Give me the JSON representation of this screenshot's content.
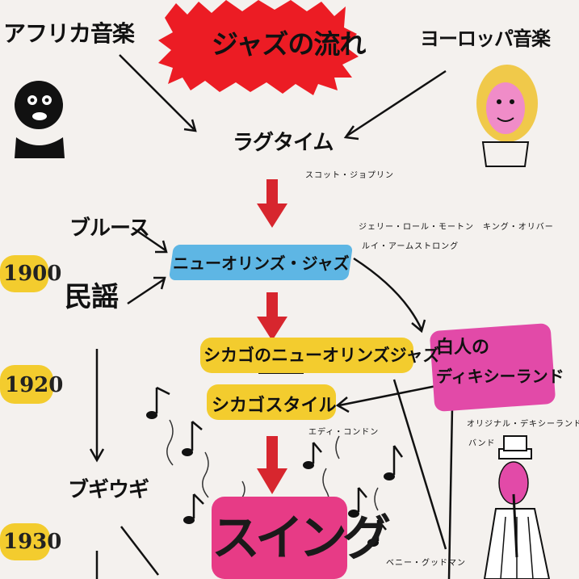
{
  "title": "ジャズの流れ",
  "nodes": {
    "african": "アフリカ音楽",
    "european": "ヨーロッパ音楽",
    "ragtime": "ラグタイム",
    "ragtime_artist": "スコット・ジョプリン",
    "blues": "ブルース",
    "folk": "民謡",
    "new_orleans": "ニューオリンズ・ジャズ",
    "new_orleans_artists_1": "ジェリー・ロール・モートン　キング・オリバー",
    "new_orleans_artists_2": "ルイ・アームストロング",
    "chicago_new_orleans": "シカゴのニューオリンズジャズ",
    "chicago_style": "シカゴスタイル",
    "chicago_artist": "エディ・コンドン",
    "white_dixieland_1": "白人の",
    "white_dixieland_2": "ディキシーランド",
    "dixie_band_1": "オリジナル・デキシーランド",
    "dixie_band_2": "バンド",
    "boogie": "ブギウギ",
    "swing": "スイング",
    "swing_artist": "ベニー・グッドマン"
  },
  "years": [
    "1900",
    "1920",
    "1930"
  ],
  "colors": {
    "title_burst": "#ec1c24",
    "arrow_red": "#d7262e",
    "new_orleans_ribbon": "#5eb6e4",
    "chicago_ribbon": "#f3cc2e",
    "dixieland_ribbon": "#e24aa8",
    "swing_ribbon": "#e73b86",
    "year_badge": "#f3cc2e"
  }
}
